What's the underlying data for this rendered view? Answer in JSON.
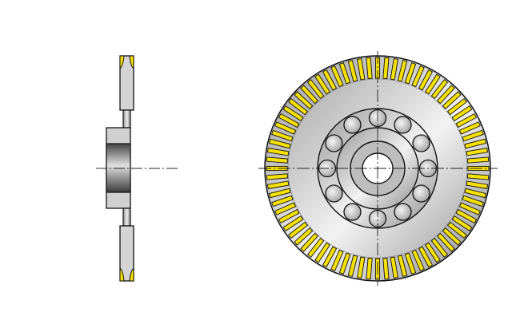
{
  "diagram": {
    "subject": "grinding-wheel-side-and-front-view",
    "segment_count": 76,
    "bolt_hole_count": 12,
    "colors": {
      "segment": "#f5e000",
      "steel_light": "#e8e8e8",
      "steel_mid": "#b8b8b8",
      "steel_dark": "#555555",
      "outline": "#111111"
    }
  }
}
